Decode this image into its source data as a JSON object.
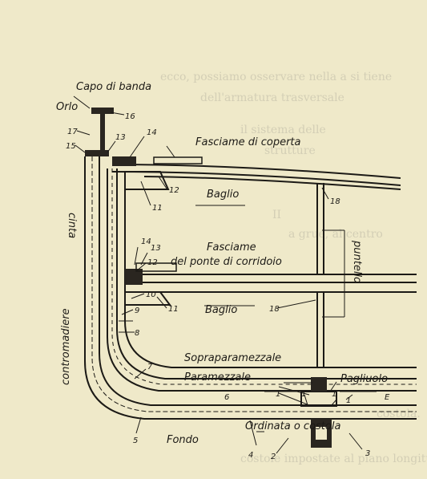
{
  "labels": {
    "capo_di_banda": "Capo di banda",
    "orlo": "Orlo",
    "fasciame_di_coperta": "Fasciame di coperta",
    "baglio_top": "Baglio",
    "fasciame_corridoio_1": "Fasciame",
    "fasciame_corridoio_2": "del ponte di corridoio",
    "baglio_mid": "Baglio",
    "puntello": "puntello",
    "cinta": "cinta",
    "contromadiere": "contromadiere",
    "soprapamezzale": "Sopraparamezzale",
    "paramezzale": "Paramezzale",
    "pagliuolo": "Pagliuolo",
    "ordinata": "Ordinata o costola",
    "fondo": "Fondo"
  },
  "numbers": {
    "n16": "16",
    "n17": "17",
    "n15": "15",
    "n14a": "14",
    "n13a": "13",
    "n12": "12",
    "n11a": "11",
    "n18a": "18",
    "n14b": "14",
    "n13b": "13",
    "n12b": "12",
    "n10": "10",
    "n11b": "11",
    "n9": "9",
    "n8": "8",
    "n18b": "18",
    "n7": "7",
    "n6": "6",
    "n1a": "1",
    "n1b": "1",
    "n1c": "1",
    "n1d": "1",
    "nE": "E",
    "n5": "5",
    "n4": "4",
    "n2": "2",
    "n3": "3"
  },
  "background_text": {
    "line1": "ecco, possiamo osservare nella  a si tiene",
    "line2": "dell'armatura trasversale",
    "line3": "il sistema delle",
    "line4": "strutture",
    "line5": "II",
    "line6": "a grue, al centro",
    "line7": "costola.",
    "line8": "costole impostate al piano longitu-"
  }
}
